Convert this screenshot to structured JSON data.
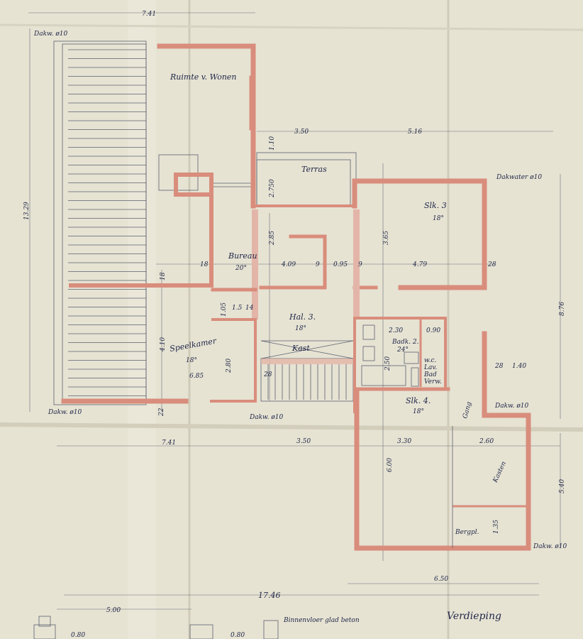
{
  "drawing": {
    "title": "Verdieping",
    "paper_color": "#e6e3d3",
    "wall_color": "#d98d7c",
    "ink_color": "#1f2547"
  },
  "rooms": {
    "living": "Ruimte v. Wonen",
    "terrace": "Terras",
    "office": "Bureau",
    "office_temp": "20°",
    "hall": "Hal. 3.",
    "hall_temp": "18°",
    "closet": "Kast",
    "playroom": "Speelkamer",
    "playroom_temp": "18°",
    "bedroom3": "Slk. 3",
    "bedroom3_temp": "18°",
    "bathroom": "Badk. 2.",
    "bathroom_temp": "24°",
    "bedroom4": "Slk. 4.",
    "bedroom4_temp": "18°",
    "corridor": "Gang",
    "cupboards": "Kasten",
    "storage": "Bergpl.",
    "wc": "w.c. Lav. Bad Verw."
  },
  "annotations": {
    "roof_drain_tl": "Dakw. ø10",
    "roof_drain_tr": "Dakwater ø10",
    "roof_drain_bl": "Dakw. ø10",
    "roof_drain_bm": "Dakw. ø10",
    "roof_drain_r": "Dakw. ø10",
    "roof_drain_br": "Dakw. ø10",
    "floor_note": "Binnenvloer glad beton"
  },
  "dimensions": {
    "top_width": "7.41",
    "left_height": "13.29",
    "terrace_a": "3.50",
    "terrace_b": "5.16",
    "terrace_depth": "1.10",
    "terrace_h": "2.750",
    "office_h": "2.85",
    "room_409": "4.09",
    "d_9a": "9",
    "d_095": "0.95",
    "d_9b": "9",
    "slk3_h": "3.65",
    "slk3_w": "4.79",
    "d_28a": "28",
    "d_18a": "18",
    "d_18b": "18",
    "right_height": "8.76",
    "d_15": "1.5",
    "d_14": "14",
    "d_105": "1.05",
    "play_h": "4.10",
    "play_w": "6.85",
    "d_280": "2.80",
    "d_28b": "28",
    "bath_w": "2.30",
    "bath_d": "0.90",
    "bath_h": "2.50",
    "d_140": "1.40",
    "d_28c": "28",
    "d_22": "22",
    "bottom_741": "7.41",
    "bottom_350": "3.50",
    "d_330": "3.30",
    "d_260": "2.60",
    "d_600": "6.00",
    "d_135": "1.35",
    "right_540": "5.40",
    "d_650": "6.50",
    "total": "17.46",
    "d_500": "5.00",
    "d_080a": "0.80",
    "d_080b": "0.80"
  }
}
